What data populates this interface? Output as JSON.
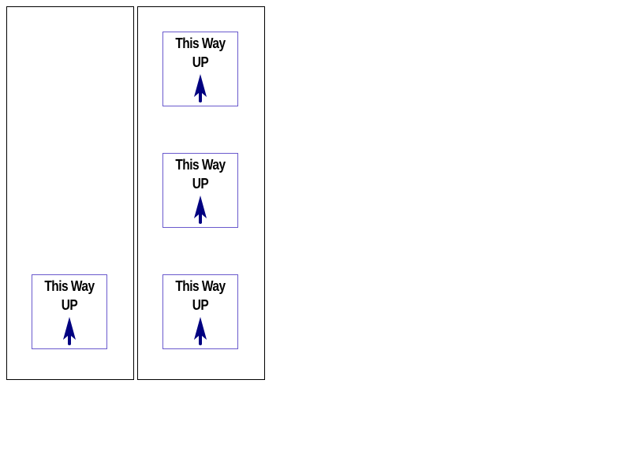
{
  "colors": {
    "panel_border": "#000000",
    "card_border": "#6a5acd",
    "arrow": "#000080",
    "text": "#000000",
    "background": "#ffffff"
  },
  "panels": {
    "left": {
      "cards": [
        {
          "label": "This Way\nUP",
          "icon": "up-arrow-icon"
        }
      ]
    },
    "right": {
      "cards": [
        {
          "label": "This Way\nUP",
          "icon": "up-arrow-icon"
        },
        {
          "label": "This Way\nUP",
          "icon": "up-arrow-icon"
        },
        {
          "label": "This Way\nUP",
          "icon": "up-arrow-icon"
        }
      ]
    }
  }
}
